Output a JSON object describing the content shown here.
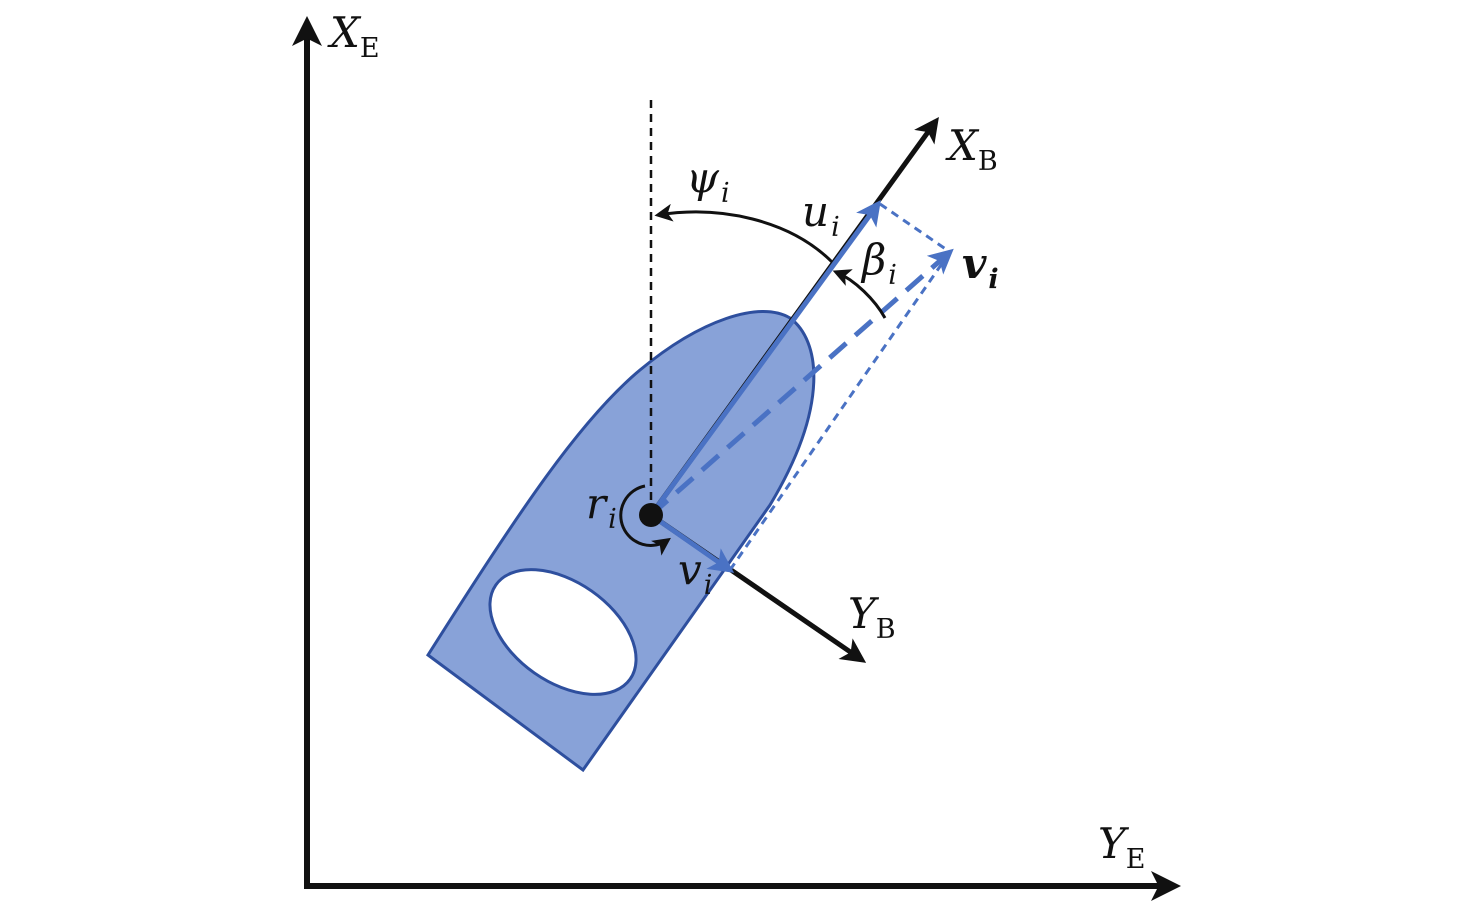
{
  "colors": {
    "axis": "#111111",
    "body_fill": "#88a2d8",
    "body_stroke": "#2e4f9e",
    "vector_blue": "#4a72c4"
  },
  "labels": {
    "earth_x": {
      "main": "X",
      "sub": "E"
    },
    "earth_y": {
      "main": "Y",
      "sub": "E"
    },
    "body_x": {
      "main": "X",
      "sub": "B"
    },
    "body_y": {
      "main": "Y",
      "sub": "B"
    },
    "psi": {
      "main": "ψ",
      "sub": "i"
    },
    "u": {
      "main": "u",
      "sub": "i"
    },
    "beta": {
      "main": "β",
      "sub": "i"
    },
    "velocity": {
      "main": "v",
      "sub": "i"
    },
    "r": {
      "main": "r",
      "sub": "i"
    },
    "v_lateral": {
      "main": "v",
      "sub": "i"
    }
  }
}
